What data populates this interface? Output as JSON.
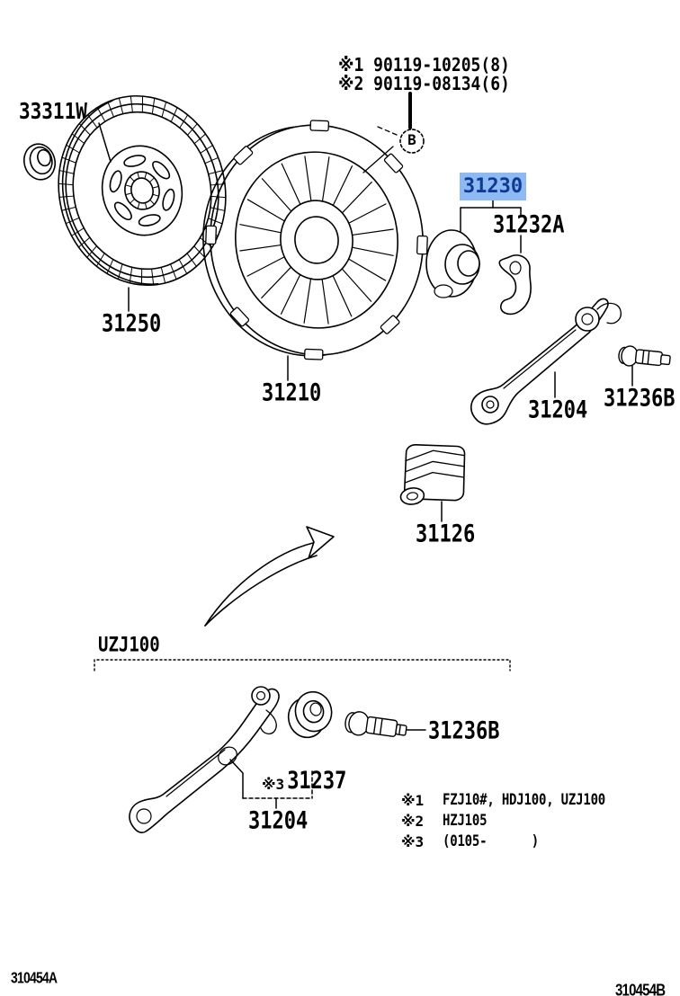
{
  "colors": {
    "highlight_bg": "#8fb9f3",
    "highlight_text": "#0d3a93",
    "line": "#000000"
  },
  "notes_top": {
    "line1": "※1 90119-10205(8)",
    "line2": "※2 90119-08134(6)"
  },
  "detail_marker": "B",
  "callouts": {
    "seal": "33311W",
    "disc": "31250",
    "cover": "31210",
    "bearing": "31230",
    "clip": "31232A",
    "fork_upper": "31204",
    "bolt_upper": "31236B",
    "boot": "31126",
    "variant": "UZJ100",
    "bolt_lower": "31236B",
    "bushing_marker": "※3",
    "bushing": "31237",
    "fork_lower": "31204"
  },
  "legend": {
    "rows": [
      {
        "marker": "※1",
        "value": "FZJ10#, HDJ100, UZJ100"
      },
      {
        "marker": "※2",
        "value": "HZJ105"
      },
      {
        "marker": "※3",
        "value": "(0105-      )"
      }
    ]
  },
  "footer": {
    "left_code": "310454A",
    "right_code": "310454B"
  }
}
